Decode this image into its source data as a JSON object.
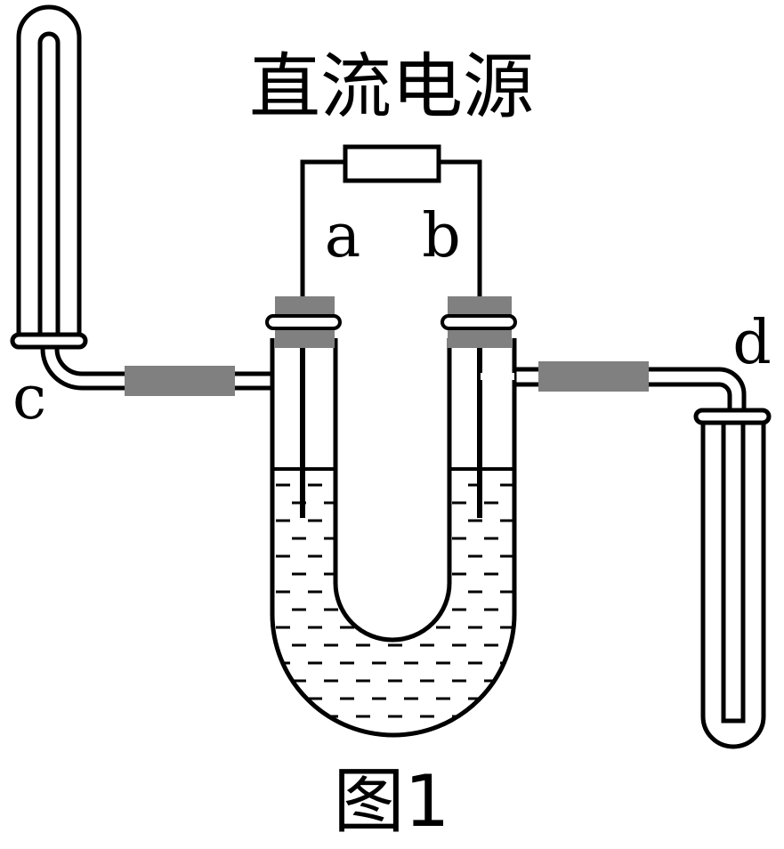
{
  "title": "直流电源",
  "caption": "图1",
  "labels": {
    "a": "a",
    "b": "b",
    "c": "c",
    "d": "d"
  },
  "colors": {
    "stroke": "#000000",
    "stopper": "#808080",
    "background": "#ffffff"
  }
}
